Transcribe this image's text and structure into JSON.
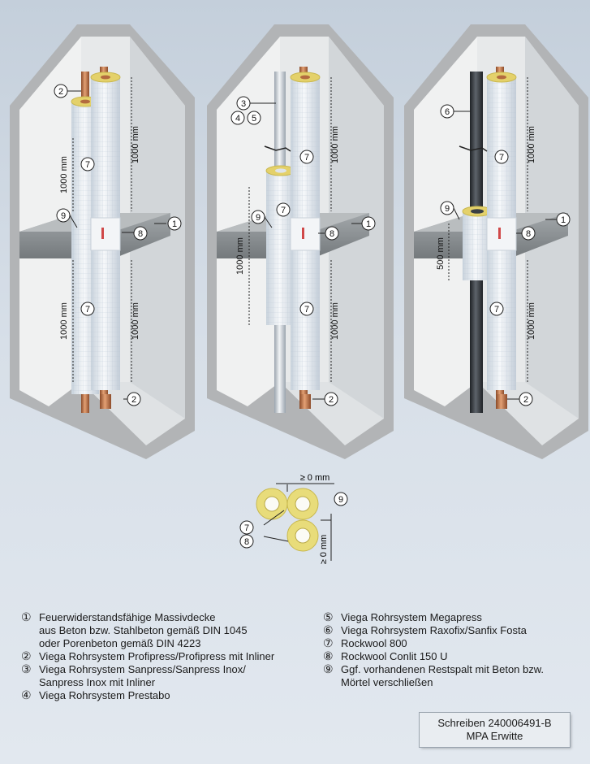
{
  "callouts": [
    "1",
    "2",
    "3",
    "4",
    "5",
    "6",
    "7",
    "8",
    "9"
  ],
  "dimensions": {
    "d1000": "1000 mm",
    "d500": "500 mm",
    "d0": "≥ 0 mm"
  },
  "legend_left": [
    {
      "num": "①",
      "label": "Feuerwiderstandsfähige Massivdecke\naus Beton bzw. Stahlbeton gemäß DIN 1045\noder Porenbeton gemäß DIN 4223"
    },
    {
      "num": "②",
      "label": "Viega Rohrsystem Profipress/Profipress mit Inliner"
    },
    {
      "num": "③",
      "label": "Viega Rohrsystem Sanpress/Sanpress Inox/\nSanpress Inox mit Inliner"
    },
    {
      "num": "④",
      "label": "Viega Rohrsystem Prestabo"
    }
  ],
  "legend_right": [
    {
      "num": "⑤",
      "label": "Viega Rohrsystem Megapress"
    },
    {
      "num": "⑥",
      "label": "Viega Rohrsystem Raxofix/Sanfix Fosta"
    },
    {
      "num": "⑦",
      "label": "Rockwool 800"
    },
    {
      "num": "⑧",
      "label": "Rockwool Conlit 150 U"
    },
    {
      "num": "⑨",
      "label": "Ggf. vorhandenen Restspalt mit Beton bzw.\nMörtel verschließen"
    }
  ],
  "stamp": {
    "line1": "Schreiben 240006491-B",
    "line2": "MPA Erwitte"
  },
  "colors": {
    "wall": "#b3b5b7",
    "wall_inner": "#e9eaea",
    "copper": "#c8784a",
    "insulation": "#e6ecf2",
    "core": "#e7d36e",
    "steel": "#cfd6dd",
    "plastic": "#3c4045",
    "concrete": "#8e9396"
  }
}
